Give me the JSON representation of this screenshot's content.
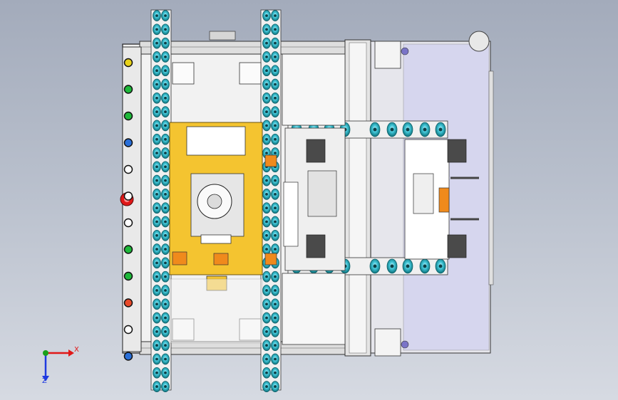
{
  "view": {
    "background_top": "#a3abbb",
    "background_bottom": "#d6dae2"
  },
  "colors": {
    "frame_outline": "#2a2a2a",
    "base_plate": "#f2f2f2",
    "rail": "#d9d9d9",
    "roller_cyan": "#3fc4d6",
    "roller_teal": "#0c6f78",
    "fixture_yellow": "#f4c430",
    "fixture_orange": "#f08a1c",
    "block_dark": "#4a4a4a",
    "translucent_panel": "#c9c9f0",
    "marker_red": "#e01818"
  },
  "indicators": [
    {
      "name": "indicator-yellow",
      "color": "#e8d21a"
    },
    {
      "name": "indicator-green",
      "color": "#1eb83a"
    },
    {
      "name": "indicator-green",
      "color": "#1eb83a"
    },
    {
      "name": "indicator-blue",
      "color": "#2a6fd8"
    },
    {
      "name": "indicator-white",
      "color": "#ffffff"
    },
    {
      "name": "indicator-white",
      "color": "#ffffff"
    },
    {
      "name": "indicator-white",
      "color": "#ffffff"
    },
    {
      "name": "indicator-green",
      "color": "#1eb83a"
    },
    {
      "name": "indicator-green",
      "color": "#1eb83a"
    },
    {
      "name": "indicator-red",
      "color": "#e84a2a"
    },
    {
      "name": "indicator-white",
      "color": "#ffffff"
    },
    {
      "name": "indicator-blue",
      "color": "#2a6fd8"
    }
  ],
  "triad": {
    "x_label": "X",
    "y_label": "Z",
    "x_color": "#e01818",
    "y_color": "#1f3ae0",
    "origin_color": "#1aa01a"
  }
}
